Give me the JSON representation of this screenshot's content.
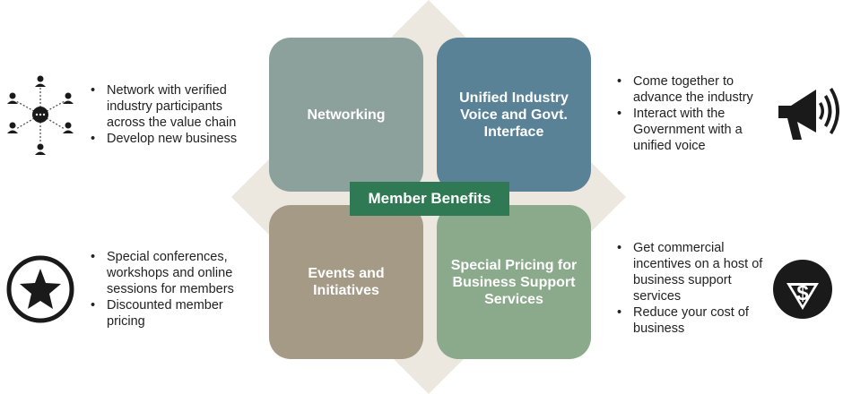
{
  "center_label": "Member Benefits",
  "quadrants": [
    {
      "title": "Networking",
      "color": "#8da19c",
      "bullets": [
        "Network with verified industry participants across the value chain",
        "Develop new business"
      ],
      "icon": "network-icon"
    },
    {
      "title": "Unified Industry Voice and Govt. Interface",
      "color": "#5a8297",
      "bullets": [
        "Come together to advance the industry",
        "Interact with the Government with a unified voice"
      ],
      "icon": "megaphone-icon"
    },
    {
      "title": "Events and Initiatives",
      "color": "#a59a86",
      "bullets": [
        "Special conferences, workshops and online sessions for members",
        "Discounted member pricing"
      ],
      "icon": "star-icon"
    },
    {
      "title": "Special Pricing for Business Support Services",
      "color": "#8aaa8b",
      "bullets": [
        "Get commercial incentives on a host of business support services",
        "Reduce your cost of business"
      ],
      "icon": "dollar-down-icon"
    }
  ],
  "colors": {
    "center": "#2f7a55",
    "diamond": "#ece8e0",
    "icon": "#1a1a1a"
  }
}
